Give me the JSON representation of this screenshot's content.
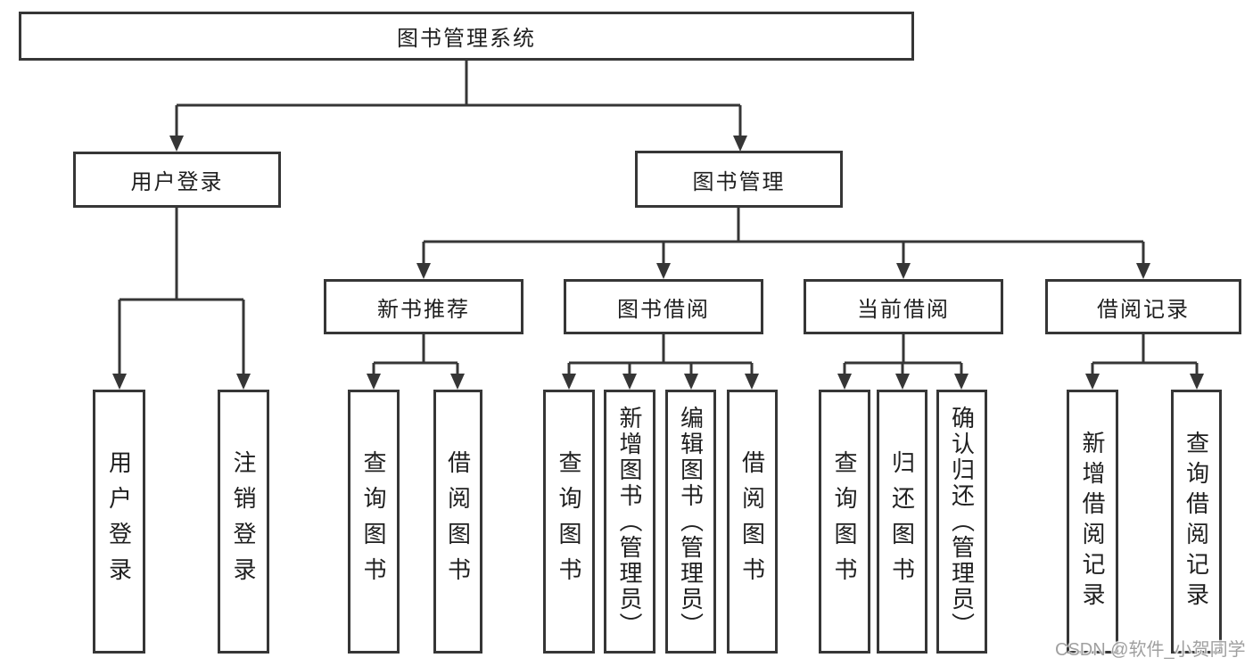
{
  "nodes": {
    "root": "图书管理系统",
    "login": "用户登录",
    "mgmt": "图书管理",
    "login_user": "用户登录",
    "login_logout": "注销登录",
    "rec": "新书推荐",
    "borrow": "图书借阅",
    "current": "当前借阅",
    "history": "借阅记录",
    "rec_query": "查询图书",
    "rec_borrow": "借阅图书",
    "borrow_query": "查询图书",
    "borrow_add": "新增图书（管理员）",
    "borrow_edit": "编辑图书（管理员）",
    "borrow_take": "借阅图书",
    "cur_query": "查询图书",
    "cur_return": "归还图书",
    "cur_confirm": "确认归还（管理员）",
    "hist_add": "新增借阅记录",
    "hist_query": "查询借阅记录"
  },
  "watermark": "CSDN @软件_小贺同学",
  "colors": {
    "line": "#363636",
    "text": "#1f1f1f",
    "watermark": "#a0a0a0",
    "background": "#ffffff"
  }
}
